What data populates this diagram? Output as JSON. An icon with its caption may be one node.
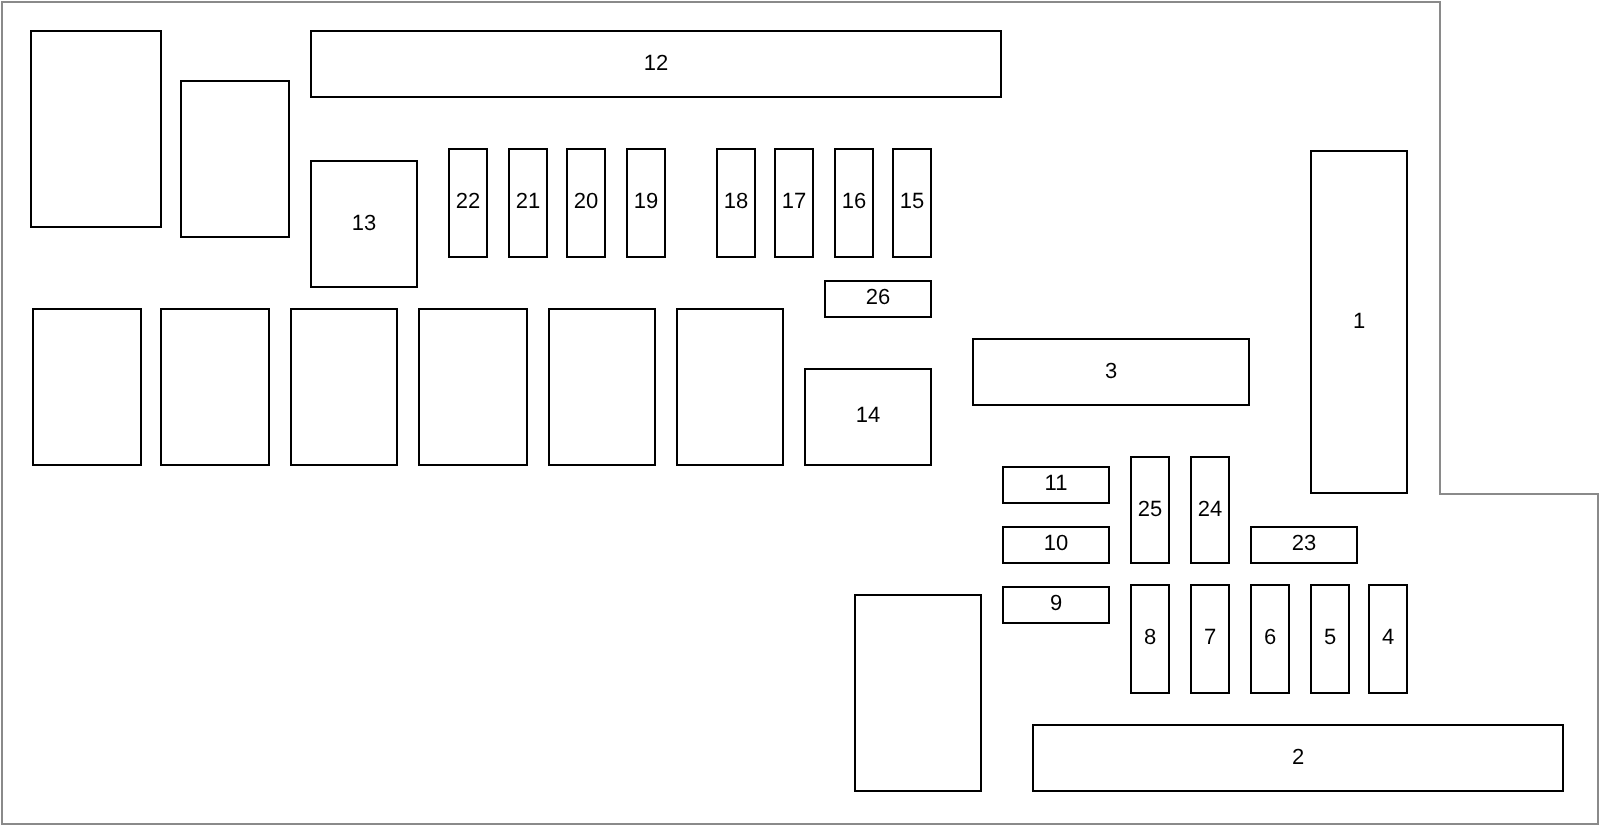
{
  "diagram": {
    "nodes": [
      {
        "text": [],
        "shape": "box"
      },
      {
        "text": [
          "12"
        ]
      },
      {
        "text": [],
        "shape": "box"
      },
      {
        "text": [
          "13"
        ]
      },
      {
        "text": [
          "22"
        ]
      },
      {
        "text": [
          "21"
        ]
      },
      {
        "text": [
          "20"
        ]
      },
      {
        "text": [
          "19"
        ]
      },
      {
        "text": [
          "18"
        ]
      },
      {
        "text": [
          "17"
        ]
      },
      {
        "text": [
          "16"
        ]
      },
      {
        "text": [
          "15"
        ]
      },
      {
        "text": [
          "1"
        ]
      },
      {
        "text": [
          "26"
        ]
      },
      {
        "text": [],
        "shape": "box"
      },
      {
        "text": [],
        "shape": "box"
      },
      {
        "text": [],
        "shape": "box"
      },
      {
        "text": [],
        "shape": "box"
      },
      {
        "text": [],
        "shape": "box"
      },
      {
        "text": [],
        "shape": "box"
      },
      {
        "text": [
          "3"
        ]
      },
      {
        "text": [
          "14"
        ]
      },
      {
        "text": [
          "25"
        ]
      },
      {
        "text": [
          "24"
        ]
      },
      {
        "text": [
          "11"
        ]
      },
      {
        "text": [
          "10"
        ]
      },
      {
        "text": [
          "23"
        ]
      },
      {
        "text": [
          "9"
        ]
      },
      {
        "text": [
          "8"
        ]
      },
      {
        "text": [
          "7"
        ]
      },
      {
        "text": [
          "6"
        ]
      },
      {
        "text": [
          "5"
        ]
      },
      {
        "text": [
          "4"
        ]
      },
      {
        "text": [],
        "shape": "box"
      },
      {
        "text": [
          "2"
        ]
      }
    ]
  }
}
